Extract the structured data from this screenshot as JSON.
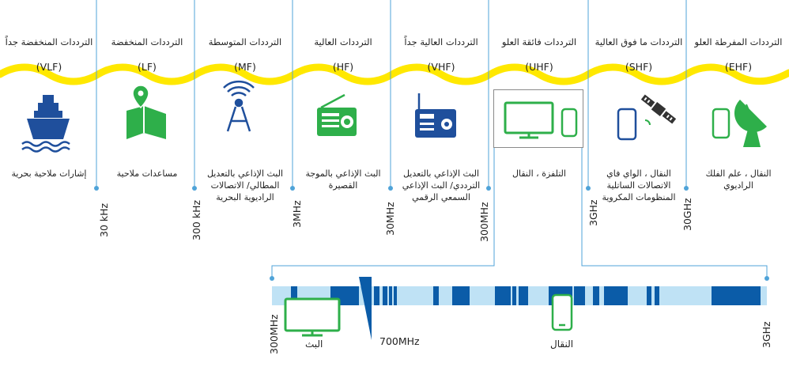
{
  "bands": [
    {
      "title": "الترددات المنخفضة جداً",
      "abbr": "(VLF)",
      "desc": "إشارات ملاحية بحرية",
      "icon": "ship-icon"
    },
    {
      "title": "الترددات المنخفضة",
      "abbr": "(LF)",
      "desc": "مساعدات ملاحية",
      "icon": "map-pin-icon"
    },
    {
      "title": "الترددات المتوسطة",
      "abbr": "(MF)",
      "desc": "البث الإذاعي بالتعديل المطالي/ الاتصالات الراديوية البحرية",
      "icon": "radio-tower-icon"
    },
    {
      "title": "الترددات العالية",
      "abbr": "(HF)",
      "desc": "البث الإذاعي بالموجة القصيرة",
      "icon": "radio-icon"
    },
    {
      "title": "الترددات العالية جداً",
      "abbr": "(VHF)",
      "desc": "البث الإذاعي بالتعديل الترددي/ البث الإذاعي السمعي الرقمي",
      "icon": "digital-radio-icon"
    },
    {
      "title": "الترددات فائقة العلو",
      "abbr": "(UHF)",
      "desc": "التلفزة ، النقال",
      "icon": "tv-and-phone-icon"
    },
    {
      "title": "الترددات ما فوق العالية",
      "abbr": "(SHF)",
      "desc": "النقال ، الواي فاي الاتصالات الساتلية المنظومات المكروية",
      "icon": "satellite-phone-icon"
    },
    {
      "title": "الترددات المفرطة العلو",
      "abbr": "(EHF)",
      "desc": "النقال ، علم الفلك الراديوي",
      "icon": "dish-phone-icon"
    }
  ],
  "boundaries": [
    "30 kHz",
    "300 kHz",
    "3MHz",
    "30MHz",
    "300MHz",
    "3GHz",
    "30GHz"
  ],
  "uhf_zoom": {
    "start_label": "300MHz",
    "end_label": "3GHz",
    "marker_label": "700MHz",
    "broadcast_label": "البث",
    "mobile_label": "النقال"
  },
  "colors": {
    "wave": "#FFE800",
    "line": "#4FA3D8",
    "icon_blue": "#1F4F9C",
    "icon_green": "#2EAF4A",
    "strip_light": "#BFE2F5",
    "strip_dark": "#0B5CA8"
  }
}
